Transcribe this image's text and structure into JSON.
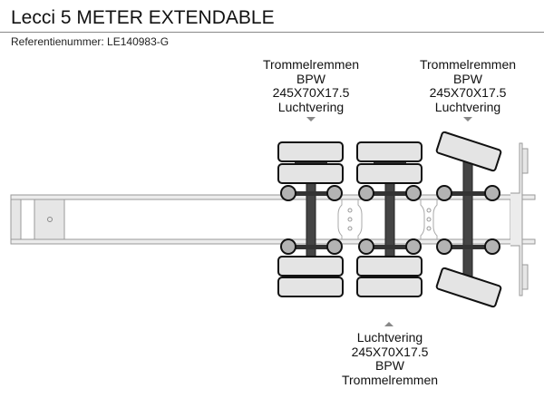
{
  "header": {
    "title": "Lecci 5 METER EXTENDABLE",
    "reference": "Referentienummer: LE140983-G"
  },
  "axles": [
    {
      "id": "axle-1",
      "steering": false,
      "label_position": "top",
      "lines": [
        "Trommelremmen",
        "BPW",
        "245X70X17.5",
        "Luchtvering"
      ]
    },
    {
      "id": "axle-2",
      "steering": false,
      "label_position": "bottom",
      "lines": [
        "Luchtvering",
        "245X70X17.5",
        "BPW",
        "Trommelremmen"
      ]
    },
    {
      "id": "axle-3",
      "steering": true,
      "label_position": "top",
      "lines": [
        "Trommelremmen",
        "BPW",
        "245X70X17.5",
        "Luchtvering"
      ]
    }
  ],
  "colors": {
    "tire_fill": "#e4e4e4",
    "axle_fill": "#444444",
    "hub_fill": "#b3b3b3",
    "frame_stroke": "#999999",
    "frame_fill": "#e8e8e8",
    "pointer": "#888888"
  }
}
